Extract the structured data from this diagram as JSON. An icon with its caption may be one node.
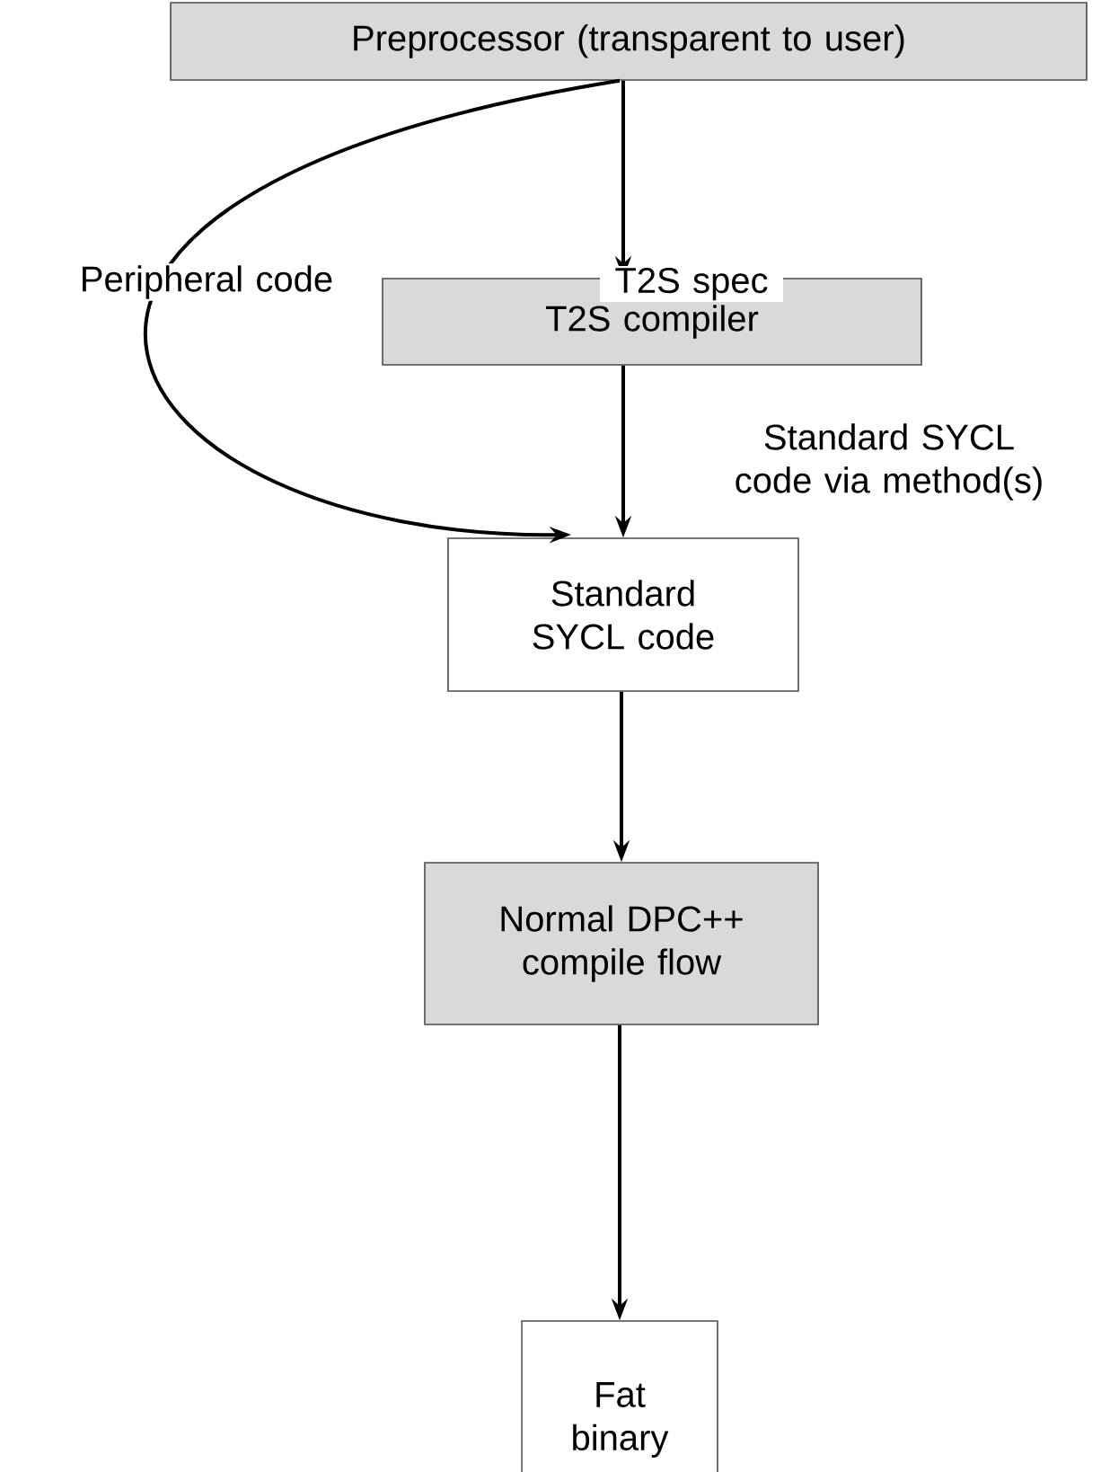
{
  "diagram": {
    "nodes": [
      {
        "text": [
          "Preprocessor (transparent to user)"
        ]
      },
      {
        "text": [
          "T2S compiler"
        ]
      },
      {
        "text": [
          "Standard SYCL code"
        ]
      },
      {
        "text": [
          "Normal DPC++ compile flow"
        ]
      },
      {
        "text": [
          "Fat binary"
        ]
      }
    ],
    "edges": [
      {
        "from": 0,
        "to": 1,
        "arrow": "to",
        "label": "T2S spec"
      },
      {
        "from": 1,
        "to": 2,
        "arrow": "to",
        "label": "Standard SYCL code via method(s)"
      },
      {
        "from": 0,
        "to": 2,
        "arrow": "to",
        "label": "Peripheral code"
      },
      {
        "from": 2,
        "to": 3,
        "arrow": "to"
      },
      {
        "from": 3,
        "to": 4,
        "arrow": "to"
      }
    ]
  }
}
